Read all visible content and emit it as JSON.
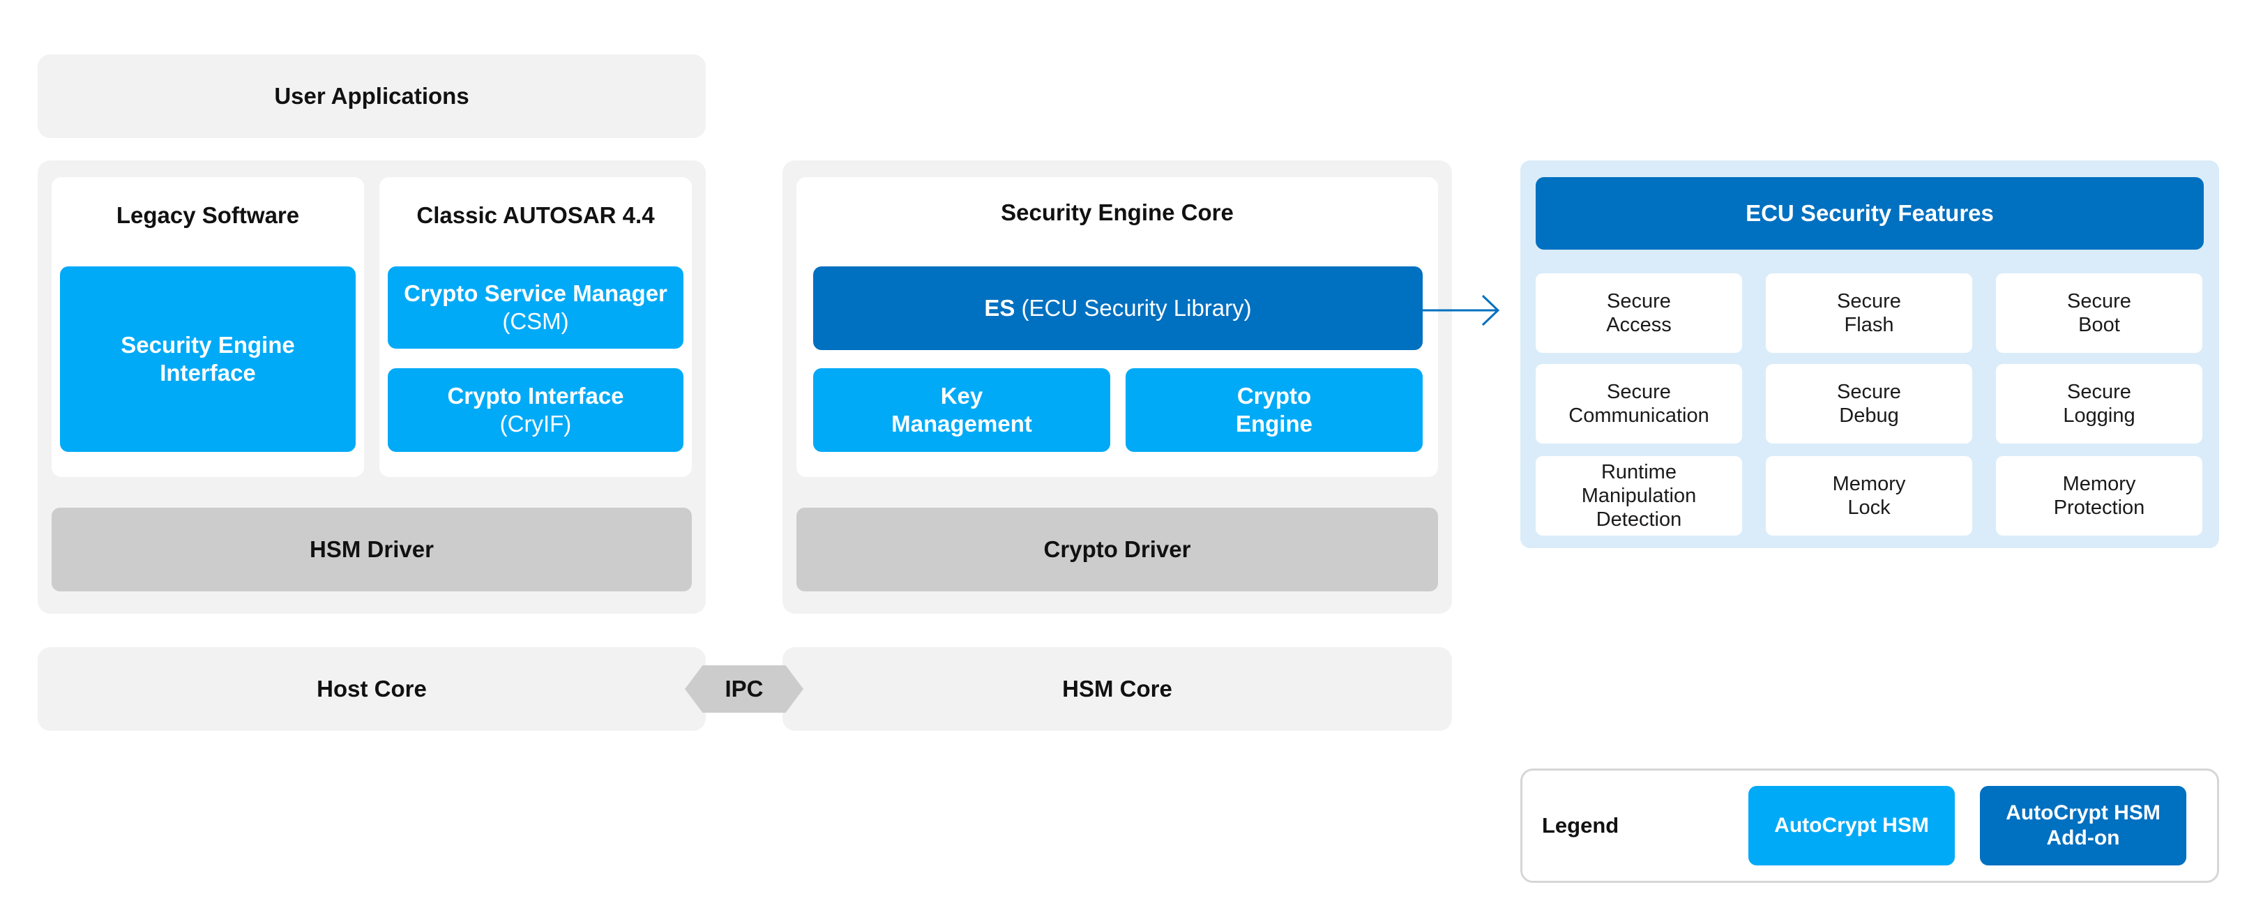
{
  "user_applications": "User Applications",
  "host": {
    "legacy_title": "Legacy Software",
    "sei": "Security Engine\nInterface",
    "autosar_title": "Classic AUTOSAR 4.4",
    "csm_main": "Crypto Service Manager",
    "csm_sub": "(CSM)",
    "cryif_main": "Crypto Interface",
    "cryif_sub": "(CryIF)",
    "hsm_driver": "HSM Driver"
  },
  "hsm": {
    "core_title": "Security Engine Core",
    "es_bold": "ES",
    "es_rest": " (ECU Security Library)",
    "key_mgmt": "Key\nManagement",
    "crypto_engine": "Crypto\nEngine",
    "crypto_driver": "Crypto Driver"
  },
  "cores": {
    "host_core": "Host Core",
    "ipc": "IPC",
    "hsm_core": "HSM Core"
  },
  "features": {
    "title": "ECU Security Features",
    "items": [
      "Secure\nAccess",
      "Secure\nFlash",
      "Secure\nBoot",
      "Secure\nCommunication",
      "Secure\nDebug",
      "Secure\nLogging",
      "Runtime\nManipulation\nDetection",
      "Memory\nLock",
      "Memory\nProtection"
    ]
  },
  "legend": {
    "title": "Legend",
    "hsm": "AutoCrypt HSM",
    "addon": "AutoCrypt HSM\nAdd-on"
  },
  "colors": {
    "autocrypt_hsm": "#00aaf7",
    "autocrypt_hsm_addon": "#0070c0",
    "panel_gray": "#f2f2f2",
    "driver_gray": "#cccccc",
    "features_bg": "#daecf9"
  }
}
